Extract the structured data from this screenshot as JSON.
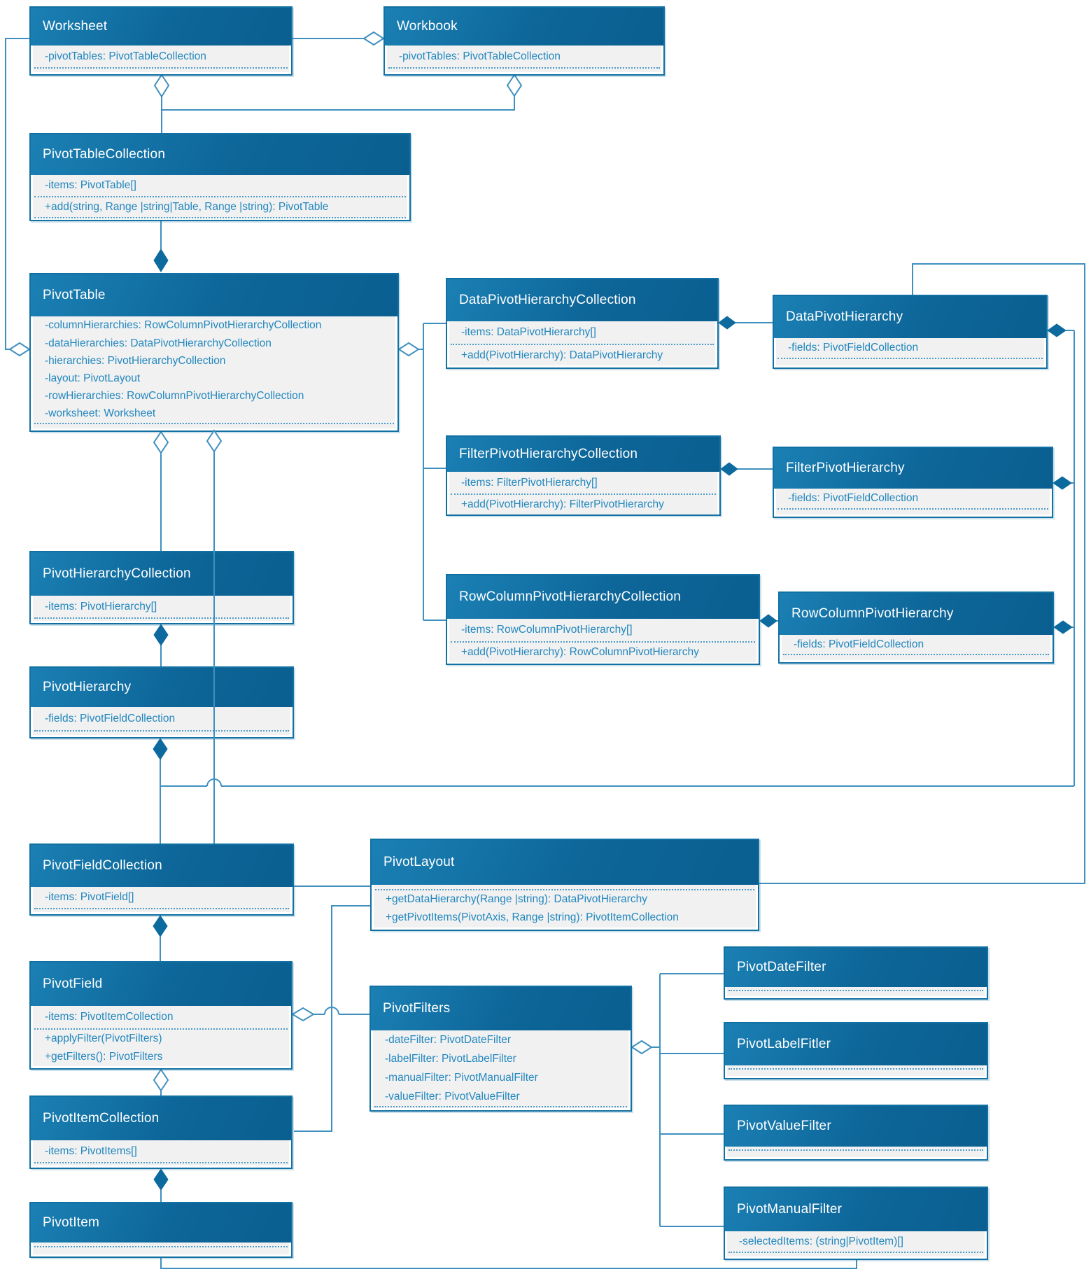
{
  "diagram": {
    "kind": "uml-class-diagram",
    "topic": "Excel PivotTable object model"
  },
  "colors": {
    "header_gradient_start": "#1b80b4",
    "header_gradient_end": "#0a5f90",
    "box_border": "#1271a3",
    "body_background": "#f1f1f1",
    "attribute_text": "#2287be",
    "header_text": "#ffffff",
    "connector": "#3f90bf",
    "diamond_fill": "#0d6a9e",
    "page_background": "#ffffff"
  },
  "classes": {
    "worksheet": {
      "title": "Worksheet",
      "attributes": [
        "-pivotTables: PivotTableCollection"
      ]
    },
    "workbook": {
      "title": "Workbook",
      "attributes": [
        "-pivotTables: PivotTableCollection"
      ]
    },
    "pivotTableCollection": {
      "title": "PivotTableCollection",
      "attributes": [
        "-items: PivotTable[]"
      ],
      "methods": [
        "+add(string, Range |string|Table, Range |string): PivotTable"
      ]
    },
    "pivotTable": {
      "title": "PivotTable",
      "attributes": [
        "-columnHierarchies: RowColumnPivotHierarchyCollection",
        "-dataHierarchies: DataPivotHierarchyCollection",
        "-hierarchies: PivotHierarchyCollection",
        "-layout: PivotLayout",
        "-rowHierarchies: RowColumnPivotHierarchyCollection",
        "-worksheet: Worksheet"
      ]
    },
    "dataPivotHierarchyCollection": {
      "title": "DataPivotHierarchyCollection",
      "attributes": [
        "-items: DataPivotHierarchy[]"
      ],
      "methods": [
        "+add(PivotHierarchy): DataPivotHierarchy"
      ]
    },
    "dataPivotHierarchy": {
      "title": "DataPivotHierarchy",
      "attributes": [
        "-fields: PivotFieldCollection"
      ]
    },
    "filterPivotHierarchyCollection": {
      "title": "FilterPivotHierarchyCollection",
      "attributes": [
        "-items: FilterPivotHierarchy[]"
      ],
      "methods": [
        "+add(PivotHierarchy): FilterPivotHierarchy"
      ]
    },
    "filterPivotHierarchy": {
      "title": "FilterPivotHierarchy",
      "attributes": [
        "-fields: PivotFieldCollection"
      ]
    },
    "rowColumnPivotHierarchyCollection": {
      "title": "RowColumnPivotHierarchyCollection",
      "attributes": [
        "-items: RowColumnPivotHierarchy[]"
      ],
      "methods": [
        "+add(PivotHierarchy): RowColumnPivotHierarchy"
      ]
    },
    "rowColumnPivotHierarchy": {
      "title": "RowColumnPivotHierarchy",
      "attributes": [
        "-fields: PivotFieldCollection"
      ]
    },
    "pivotHierarchyCollection": {
      "title": "PivotHierarchyCollection",
      "attributes": [
        "-items: PivotHierarchy[]"
      ]
    },
    "pivotHierarchy": {
      "title": "PivotHierarchy",
      "attributes": [
        "-fields: PivotFieldCollection"
      ]
    },
    "pivotFieldCollection": {
      "title": "PivotFieldCollection",
      "attributes": [
        "-items: PivotField[]"
      ]
    },
    "pivotLayout": {
      "title": "PivotLayout",
      "methods": [
        "+getDataHierarchy(Range |string): DataPivotHierarchy",
        "+getPivotItems(PivotAxis, Range |string): PivotItemCollection"
      ]
    },
    "pivotField": {
      "title": "PivotField",
      "attributes": [
        "-items: PivotItemCollection"
      ],
      "methods": [
        "+applyFilter(PivotFilters)",
        "+getFilters(): PivotFilters"
      ]
    },
    "pivotFilters": {
      "title": "PivotFilters",
      "attributes": [
        "-dateFilter: PivotDateFilter",
        "-labelFilter: PivotLabelFilter",
        "-manualFilter: PivotManualFilter",
        "-valueFilter: PivotValueFilter"
      ]
    },
    "pivotItemCollection": {
      "title": "PivotItemCollection",
      "attributes": [
        "-items: PivotItems[]"
      ]
    },
    "pivotItem": {
      "title": "PivotItem",
      "attributes": []
    },
    "pivotDateFilter": {
      "title": "PivotDateFilter",
      "attributes": []
    },
    "pivotLabelFitler": {
      "title": "PivotLabelFitler",
      "attributes": []
    },
    "pivotValueFilter": {
      "title": "PivotValueFilter",
      "attributes": []
    },
    "pivotManualFilter": {
      "title": "PivotManualFilter",
      "attributes": [
        "-selectedItems: (string|PivotItem)[]"
      ]
    }
  }
}
